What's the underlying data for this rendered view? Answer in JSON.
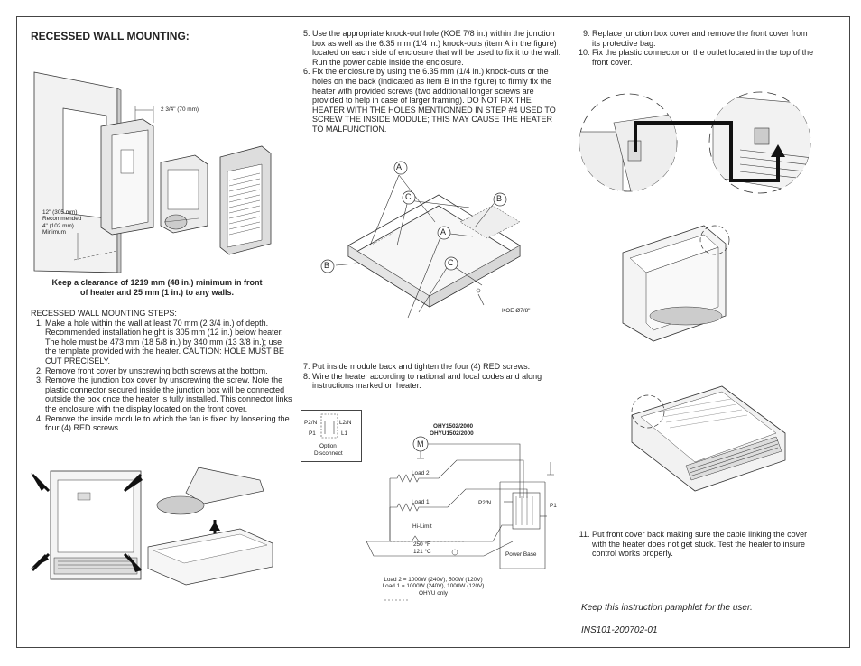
{
  "left": {
    "title": "RECESSED WALL MOUNTING:",
    "dim_depth": "2 3/4\" (70 mm)",
    "dim_recommended": [
      "12\" (305 mm)",
      "Recommended",
      "4\" (102 mm)",
      "Minimum"
    ],
    "clearance_note": [
      "Keep a clearance of 1219 mm (48 in.) minimum in front",
      "of heater and 25 mm (1 in.) to any walls."
    ],
    "steps_heading": "RECESSED WALL MOUNTING STEPS:",
    "steps": [
      "Make a hole within the wall at least 70 mm (2 3/4 in.) of depth. Recommended installation height is 305 mm (12 in.) below heater. The hole must be 473 mm (18 5/8 in.) by 340 mm (13 3/8 in.); use the template provided with the heater. CAUTION: HOLE MUST BE CUT PRECISELY.",
      "Remove front cover by unscrewing both screws at the bottom.",
      "Remove the junction box cover by unscrewing the screw. Note the plastic connector secured inside the junction box will be connected outside the box once the heater is fully installed. This connector links the enclosure with the display located on the front cover.",
      "Remove the inside module to which the fan is fixed by loosening the four (4) RED screws."
    ]
  },
  "middle": {
    "steps_5_6": [
      "Use the appropriate knock-out hole (KOE 7/8 in.) within the junction box as well as the 6.35 mm (1/4 in.) knock-outs (item A in the figure) located on each side of enclosure that will be used to fix it to the wall. Run the power cable inside the enclosure.",
      "Fix the enclosure by using the 6.35 mm (1/4 in.) knock-outs or the holes on the back (indicated as item B in the figure) to firmly fix the heater with provided screws (two additional longer screws are provided to help in case of larger framing). DO NOT FIX THE HEATER WITH THE HOLES MENTIONNED IN STEP #4 USED TO SCREW THE INSIDE MODULE; THIS MAY CAUSE THE HEATER TO MALFUNCTION."
    ],
    "fig_labels": [
      "A",
      "C",
      "B",
      "A",
      "B",
      "C"
    ],
    "koe_label": "KOE Ø7/8\"",
    "steps_7_8": [
      "Put inside module back and tighten the four (4) RED screws.",
      "Wire the heater according to national and local codes and along instructions marked on heater."
    ],
    "wiring": {
      "option_labels": [
        "P2/N",
        "L2/N",
        "P1",
        "L1",
        "Option",
        "Disconnect"
      ],
      "model_1": "OHY1502/2000",
      "model_2": "OHYU1502/2000",
      "motor": "M",
      "load2": "Load 2",
      "load1": "Load 1",
      "p2n": "P2/N",
      "p1": "P1",
      "hilimit": "Hi-Limit",
      "temp": [
        "250 °F",
        "121 °C"
      ],
      "power_base": "Power Base",
      "legend": [
        "Load 2 = 1000W (240V), 500W (120V)",
        "Load 1 = 1000W (240V), 1000W (120V)",
        "OHYU only"
      ]
    }
  },
  "right": {
    "steps_9_10": [
      "Replace junction box cover and remove the front cover from its protective bag.",
      "Fix the plastic connector on the outlet located in the top of the front cover."
    ],
    "step_11": "Put front cover back making sure the cable linking the cover with the heater does not get stuck. Test the heater to insure control works properly.",
    "keep_note": "Keep this instruction pamphlet for the user.",
    "doc_id": "INS101-200702-01"
  }
}
